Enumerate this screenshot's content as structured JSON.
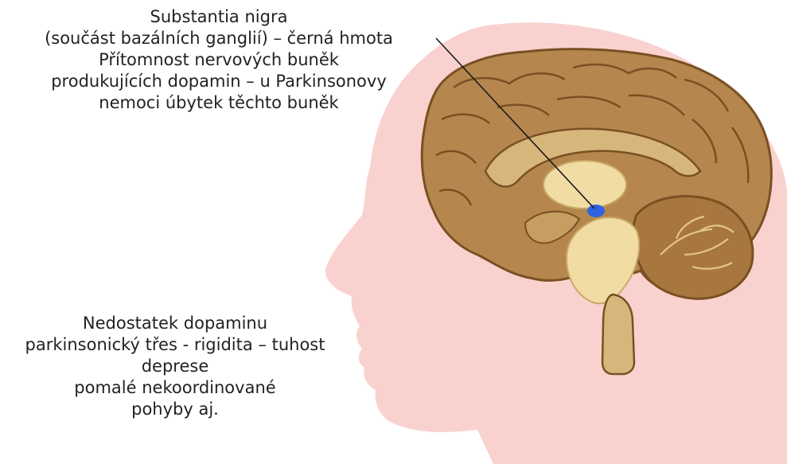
{
  "labels": {
    "substantia_nigra": {
      "lines": [
        "Substantia nigra",
        "(součást bazálních ganglií) – černá hmota",
        "Přítomnost nervových buněk",
        "produkujících dopamin – u Parkinsonovy",
        "nemoci úbytek těchto buněk"
      ]
    },
    "dopamine_deficit": {
      "lines": [
        "Nedostatek dopaminu",
        "parkinsonický třes - rigidita – tuhost",
        "deprese",
        "pomalé nekoordinované",
        "pohyby aj."
      ]
    }
  },
  "colors": {
    "skin": "#f9d2cf",
    "brain_outer": "#b5874f",
    "brain_mid": "#d6b67a",
    "brain_inner": "#f1dca3",
    "brain_dark": "#7a5022",
    "substantia_nigra": "#2f63e0",
    "pointer_line": "#1a1a1a"
  },
  "icons": {
    "head": "head-silhouette",
    "brain": "brain-sagittal-section",
    "highlight": "substantia-nigra-marker"
  }
}
